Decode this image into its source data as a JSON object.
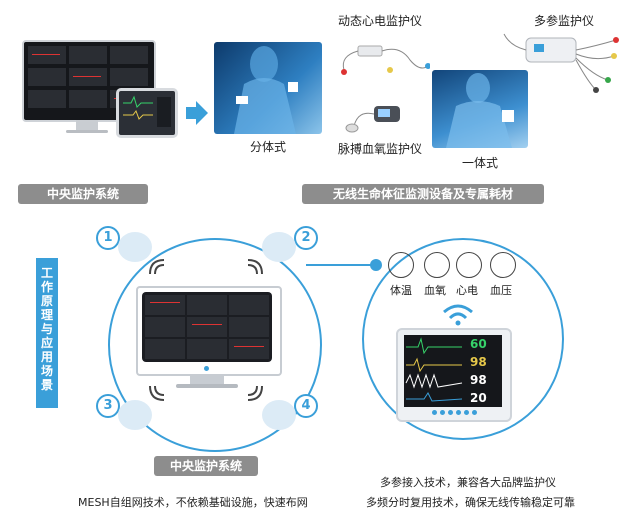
{
  "top": {
    "label_dynamic_ecg": "动态心电监护仪",
    "label_multi_param": "多参监护仪",
    "label_split_type": "分体式",
    "label_pulse_oximeter": "脉搏血氧监护仪",
    "label_integrated": "一体式"
  },
  "bars": {
    "central_monitoring": "中央监护系统",
    "wireless_devices": "无线生命体征监测设备及专属耗材"
  },
  "sidebar": {
    "label": "工作原理与应用场景"
  },
  "bottom": {
    "central_monitoring": "中央监护系统",
    "mesh_text": "MESH自组网技术，不依赖基础设施，快速布网",
    "numbers": [
      "1",
      "2",
      "3",
      "4"
    ],
    "params": [
      "体温",
      "血氧",
      "心电",
      "血压"
    ],
    "monitor_values": [
      "60",
      "98",
      "98",
      "20"
    ],
    "tech1": "多参接入技术，兼容各大品牌监护仪",
    "tech2": "多频分时复用技术，确保无线传输稳定可靠"
  },
  "colors": {
    "accent": "#3a9fd9",
    "bar_gray": "#8d8d8d",
    "screen_bg": "#1b1d22"
  }
}
